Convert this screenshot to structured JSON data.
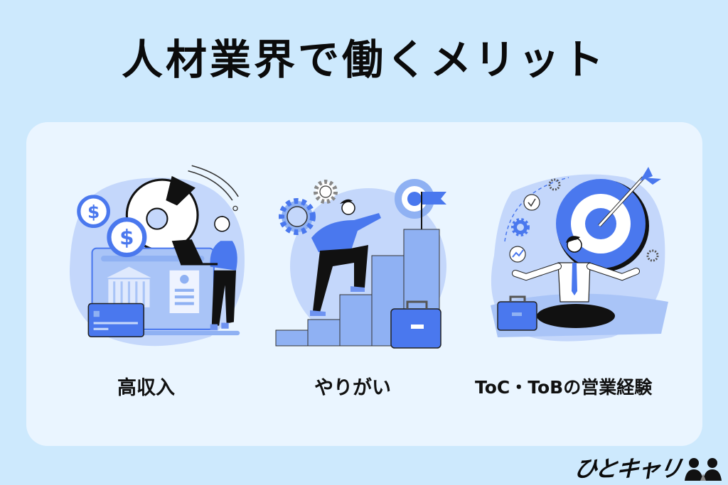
{
  "page": {
    "title": "人材業界で働くメリット",
    "background_color": "#cde9fd",
    "card_color": "#eaf5ff",
    "accent_color": "#4a78ee"
  },
  "benefits": [
    {
      "label": "高収入",
      "illustration": "finance-person-laptop-bank-coins-illustration"
    },
    {
      "label": "やりがい",
      "illustration": "person-climbing-bar-chart-target-flag-illustration"
    },
    {
      "label": "ToC・ToBの営業経験",
      "illustration": "meditating-businessman-dartboard-illustration"
    }
  ],
  "brand": {
    "logo_text": "ひとキャリ",
    "logo_icon": "two-people-icon"
  }
}
